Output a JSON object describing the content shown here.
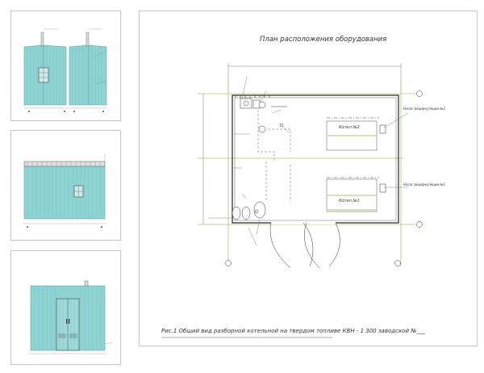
{
  "plan_sheet": {
    "title": "План расположения оборудования",
    "caption": "Рис.1 Общий вид разборной котельной на твердом топливе КВН - 1 300 заводской №___",
    "boiler_labels": [
      "Котел №2",
      "Котел №1"
    ],
    "side_labels": [
      "Насос рециркуляции №2",
      "Насос рециркуляции №1"
    ],
    "small_labels": [
      "",
      "",
      "",
      "",
      "",
      "",
      "",
      "",
      ""
    ]
  },
  "elevation_sheets": [
    {
      "title": ""
    },
    {
      "title": ""
    },
    {
      "title": ""
    }
  ],
  "colors": {
    "wall_fill": "#8fd3d3",
    "wall_line": "#5aa8a8",
    "green_line": "#a8c870",
    "sheet_border": "#c8c8c8"
  }
}
